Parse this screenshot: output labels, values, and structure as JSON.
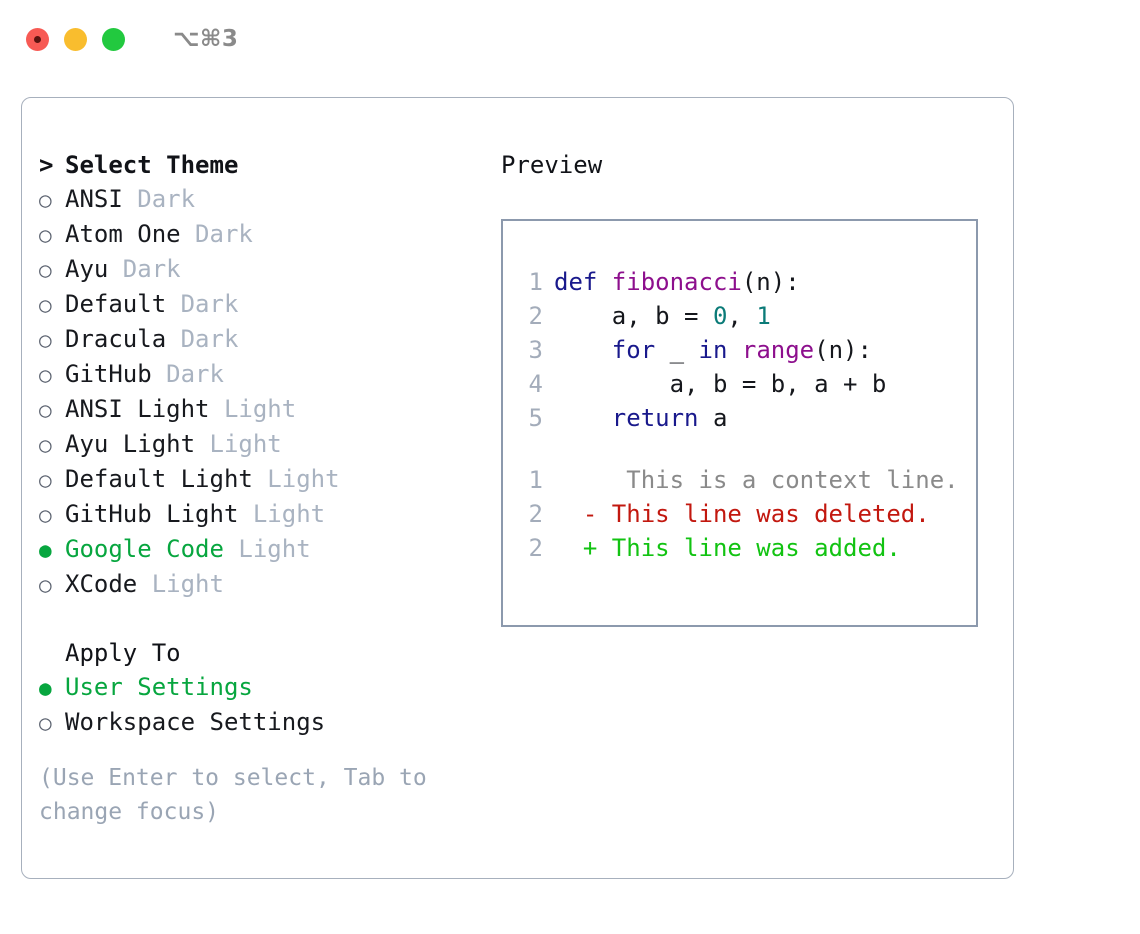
{
  "titlebar": {
    "shortcut": "⌥⌘3",
    "buttons": [
      {
        "name": "close",
        "color": "#f75a54"
      },
      {
        "name": "minimize",
        "color": "#f9bd2e"
      },
      {
        "name": "maximize",
        "color": "#22c93f"
      }
    ]
  },
  "theme_section": {
    "caret": ">",
    "title": "Select Theme",
    "focused": true,
    "options": [
      {
        "label": "ANSI",
        "variant": "Dark",
        "selected": false
      },
      {
        "label": "Atom One",
        "variant": "Dark",
        "selected": false
      },
      {
        "label": "Ayu",
        "variant": "Dark",
        "selected": false
      },
      {
        "label": "Default",
        "variant": "Dark",
        "selected": false
      },
      {
        "label": "Dracula",
        "variant": "Dark",
        "selected": false
      },
      {
        "label": "GitHub",
        "variant": "Dark",
        "selected": false
      },
      {
        "label": "ANSI Light",
        "variant": "Light",
        "selected": false
      },
      {
        "label": "Ayu Light",
        "variant": "Light",
        "selected": false
      },
      {
        "label": "Default Light",
        "variant": "Light",
        "selected": false
      },
      {
        "label": "GitHub Light",
        "variant": "Light",
        "selected": false
      },
      {
        "label": "Google Code",
        "variant": "Light",
        "selected": true
      },
      {
        "label": "XCode",
        "variant": "Light",
        "selected": false
      }
    ]
  },
  "apply_section": {
    "caret": " ",
    "title": "Apply To",
    "focused": false,
    "options": [
      {
        "label": "User Settings",
        "variant": "",
        "selected": true
      },
      {
        "label": "Workspace Settings",
        "variant": "",
        "selected": false
      }
    ]
  },
  "hint": "(Use Enter to select, Tab to change focus)",
  "preview": {
    "title": "Preview",
    "code_lines": [
      {
        "lineno": "1",
        "tokens": [
          {
            "text": "def ",
            "type": "kw"
          },
          {
            "text": "fibonacci",
            "type": "fn"
          },
          {
            "text": "(n):",
            "type": "punct"
          }
        ]
      },
      {
        "lineno": "2",
        "tokens": [
          {
            "text": "    a, b = ",
            "type": "plain"
          },
          {
            "text": "0",
            "type": "num"
          },
          {
            "text": ", ",
            "type": "plain"
          },
          {
            "text": "1",
            "type": "num"
          }
        ]
      },
      {
        "lineno": "3",
        "tokens": [
          {
            "text": "    ",
            "type": "plain"
          },
          {
            "text": "for",
            "type": "kw"
          },
          {
            "text": " _ ",
            "type": "plain"
          },
          {
            "text": "in",
            "type": "kw"
          },
          {
            "text": " ",
            "type": "plain"
          },
          {
            "text": "range",
            "type": "fn"
          },
          {
            "text": "(n):",
            "type": "punct"
          }
        ]
      },
      {
        "lineno": "4",
        "tokens": [
          {
            "text": "        a, b = b, a + b",
            "type": "plain"
          }
        ]
      },
      {
        "lineno": "5",
        "tokens": [
          {
            "text": "    ",
            "type": "plain"
          },
          {
            "text": "return",
            "type": "kw"
          },
          {
            "text": " a",
            "type": "plain"
          }
        ]
      }
    ],
    "diff_lines": [
      {
        "lineno": "1",
        "marker": " ",
        "text": "  This is a context line.",
        "type": "ctx"
      },
      {
        "lineno": "2",
        "marker": "-",
        "text": " This line was deleted.",
        "type": "del"
      },
      {
        "lineno": "2",
        "marker": "+",
        "text": " This line was added.",
        "type": "add"
      }
    ]
  },
  "colors": {
    "accent_green": "#07a63f",
    "muted": "#a9b3c1",
    "hint": "#9aa5b4",
    "panel_border": "#a7b0bd",
    "preview_border": "#8c99ad",
    "keyword": "#19198c",
    "function": "#8d0f8d",
    "number": "#0b7b78",
    "diff_context": "#8a8a8a",
    "diff_deleted": "#c2180f",
    "diff_added": "#12c312"
  }
}
